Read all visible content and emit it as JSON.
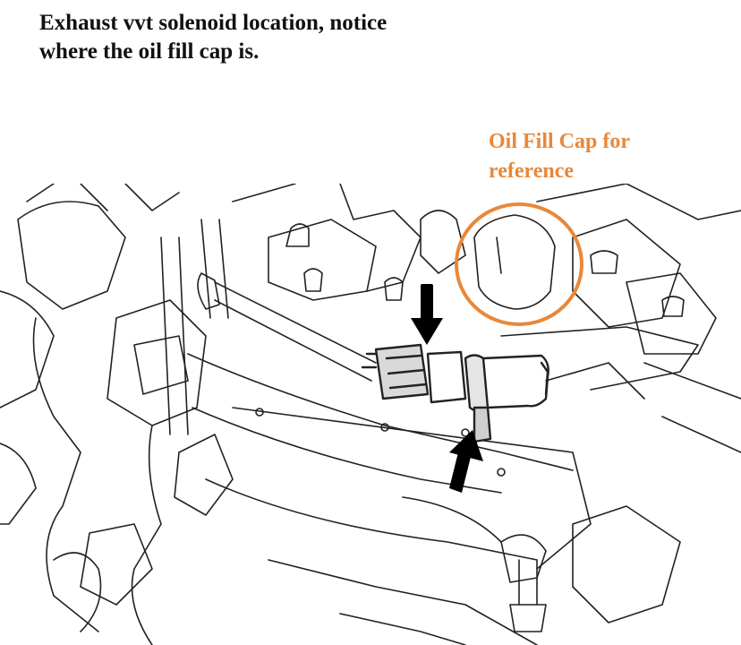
{
  "caption": {
    "line1": "Exhaust vvt solenoid location, notice",
    "line2": "where the oil fill cap is."
  },
  "annotation": {
    "line1": "Oil Fill Cap for",
    "line2": "reference",
    "color": "#e8883a"
  },
  "diagram": {
    "highlight_color": "#e8883a",
    "line_color": "#222222",
    "arrow_count": 2
  }
}
